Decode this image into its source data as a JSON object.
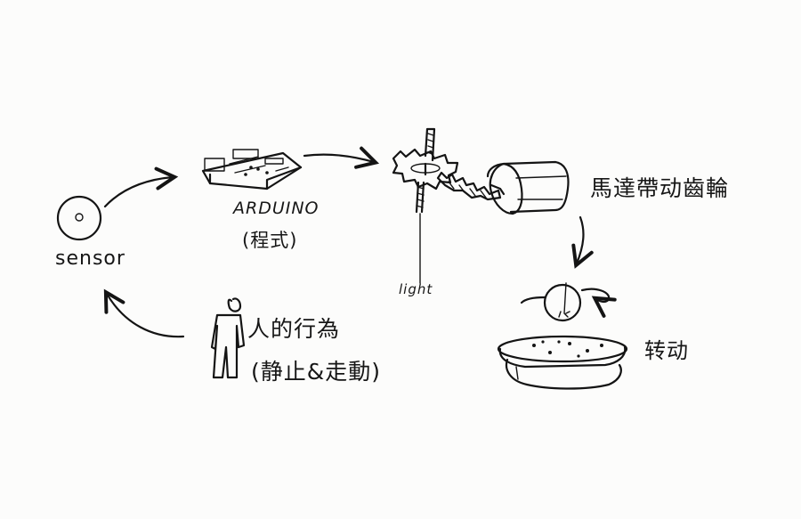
{
  "labels": {
    "sensor": "sensor",
    "arduino": "ARDUINO",
    "arduino_note": "(程式)",
    "light": "light",
    "motor": "馬達帶动齒輪",
    "rotate": "转动",
    "behavior": "人的行為",
    "behavior_note": "(静止&走動)"
  },
  "ink_color": "#141414",
  "paper_color": "#fcfcfb"
}
